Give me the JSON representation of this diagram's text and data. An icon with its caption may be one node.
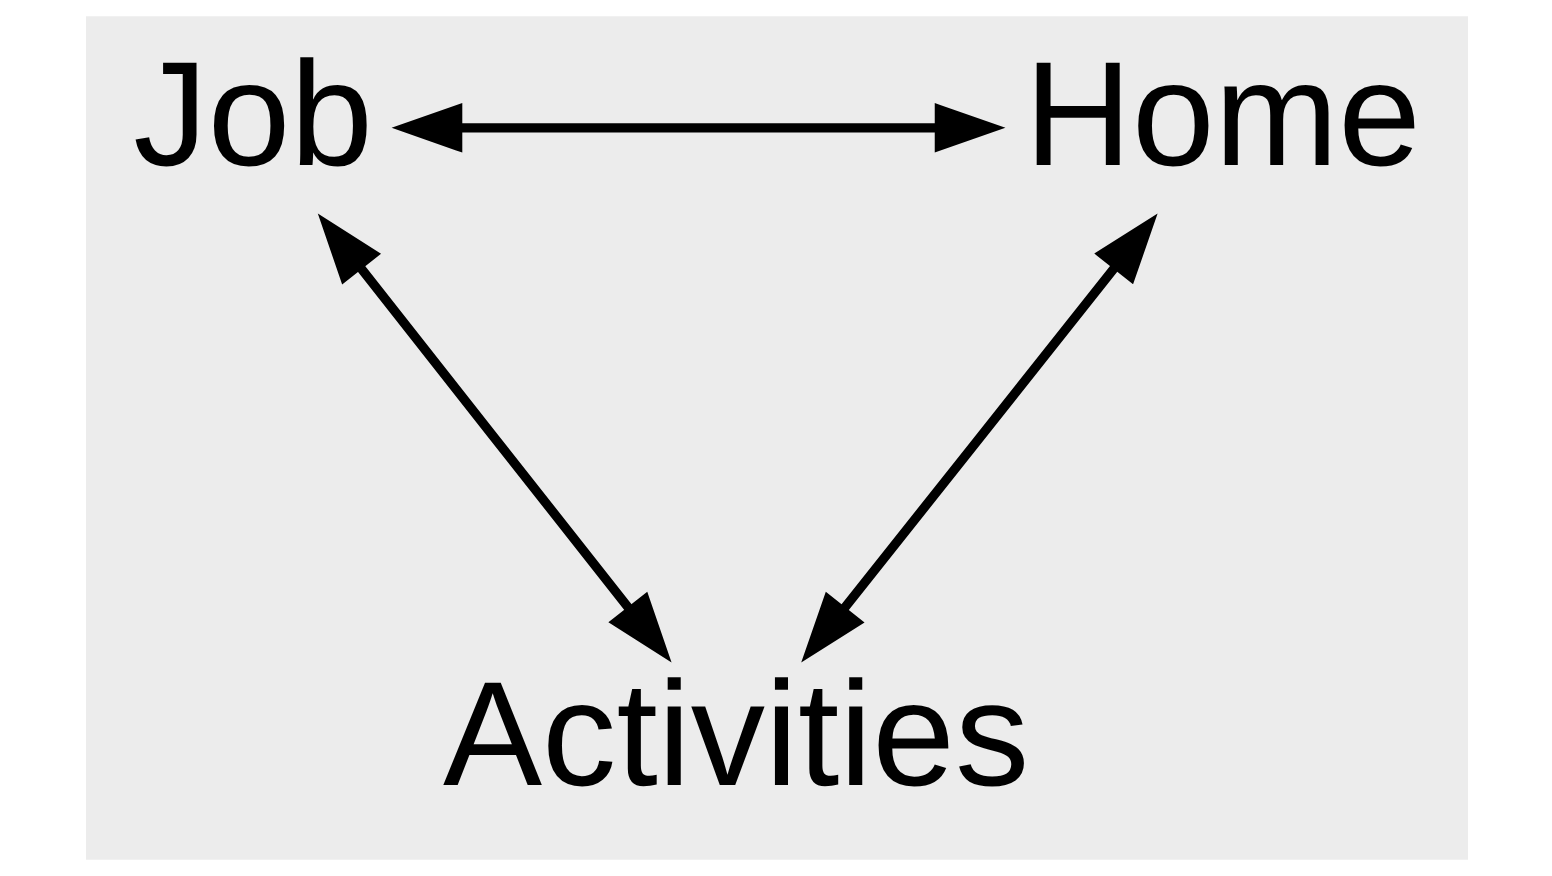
{
  "diagram": {
    "nodes": [
      {
        "text": [
          "Job"
        ]
      },
      {
        "text": [
          "Home"
        ]
      },
      {
        "text": [
          "Activities"
        ]
      }
    ],
    "edges": [
      {
        "from": 0,
        "to": 1,
        "arrow": "both"
      },
      {
        "from": 0,
        "to": 2,
        "arrow": "both"
      },
      {
        "from": 1,
        "to": 2,
        "arrow": "both"
      }
    ]
  }
}
